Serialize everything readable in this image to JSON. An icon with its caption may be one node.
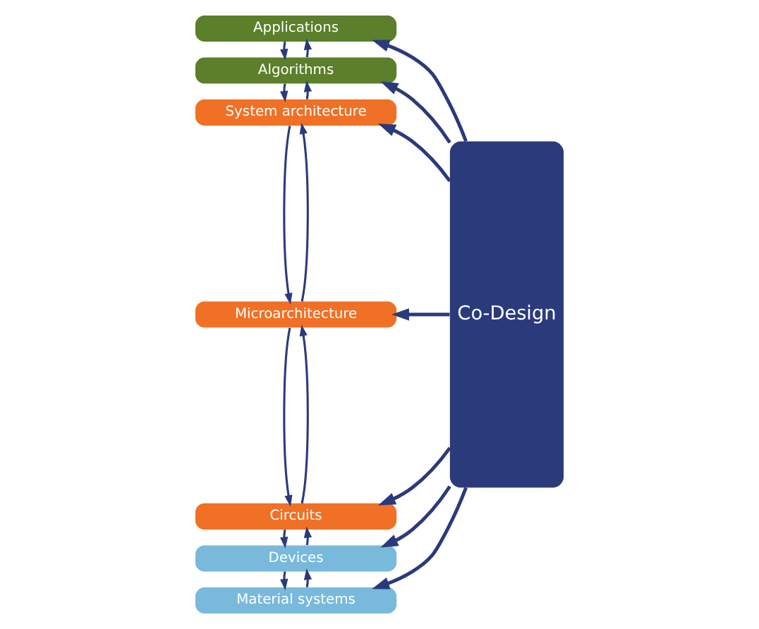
{
  "diagram": {
    "nodes": [
      {
        "text": [
          "Applications"
        ]
      },
      {
        "text": [
          "Algorithms"
        ]
      },
      {
        "text": [
          "System architecture"
        ]
      },
      {
        "text": [
          "Microarchitecture"
        ]
      },
      {
        "text": [
          "Circuits"
        ]
      },
      {
        "text": [
          "Devices"
        ]
      },
      {
        "text": [
          "Material systems"
        ]
      },
      {
        "text": [
          "Co-Design"
        ]
      }
    ],
    "edges": [
      {
        "from": 0,
        "to": 1,
        "arrow": "to"
      },
      {
        "from": 1,
        "to": 0,
        "arrow": "to"
      },
      {
        "from": 1,
        "to": 2,
        "arrow": "to"
      },
      {
        "from": 2,
        "to": 1,
        "arrow": "to"
      },
      {
        "from": 2,
        "to": 3,
        "arrow": "to"
      },
      {
        "from": 3,
        "to": 2,
        "arrow": "to"
      },
      {
        "from": 3,
        "to": 4,
        "arrow": "to"
      },
      {
        "from": 4,
        "to": 3,
        "arrow": "to"
      },
      {
        "from": 4,
        "to": 5,
        "arrow": "to"
      },
      {
        "from": 5,
        "to": 4,
        "arrow": "to"
      },
      {
        "from": 5,
        "to": 6,
        "arrow": "to"
      },
      {
        "from": 6,
        "to": 5,
        "arrow": "to"
      },
      {
        "from": 7,
        "to": 0,
        "arrow": "to"
      },
      {
        "from": 7,
        "to": 1,
        "arrow": "to"
      },
      {
        "from": 7,
        "to": 2,
        "arrow": "to"
      },
      {
        "from": 7,
        "to": 3,
        "arrow": "to"
      },
      {
        "from": 7,
        "to": 4,
        "arrow": "to"
      },
      {
        "from": 7,
        "to": 5,
        "arrow": "to"
      },
      {
        "from": 7,
        "to": 6,
        "arrow": "to"
      }
    ]
  }
}
